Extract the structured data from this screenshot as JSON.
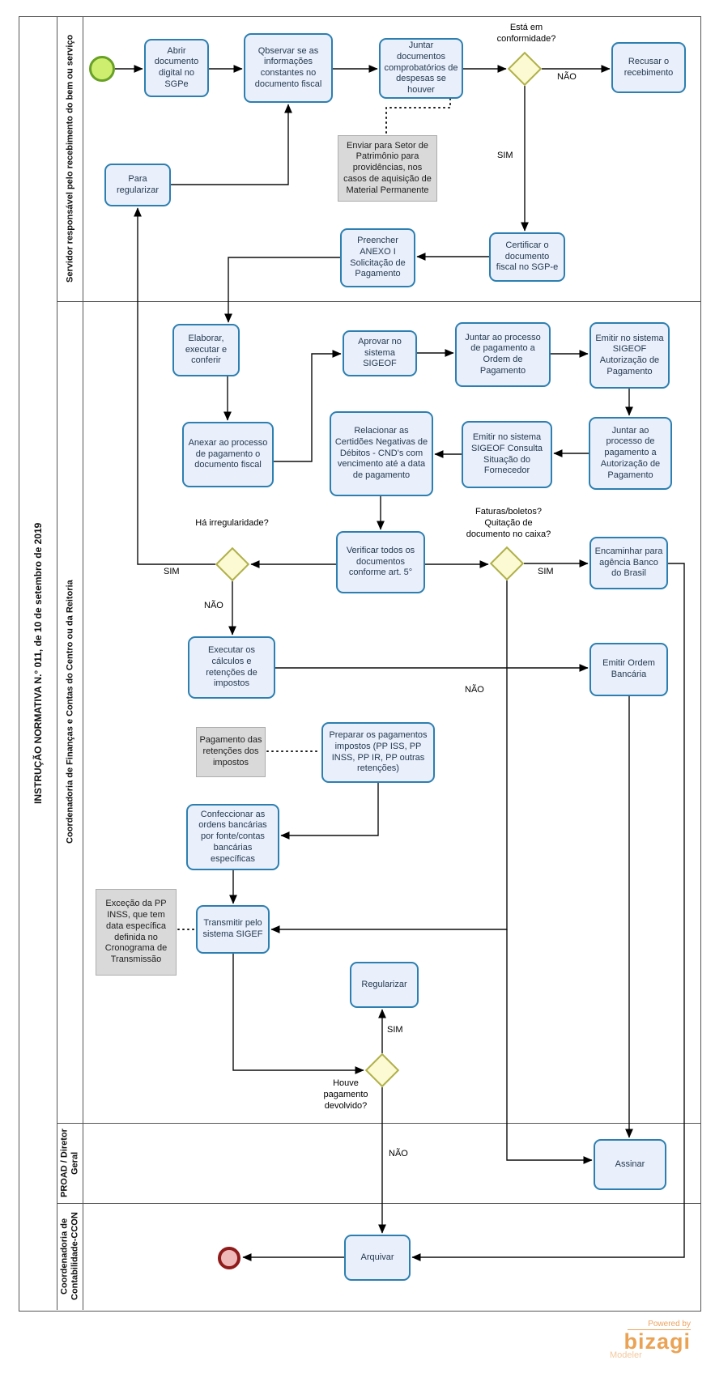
{
  "pool": {
    "title": "INSTRUÇÃO NORMATIVA N.° 011, de 10 de setembro de 2019"
  },
  "lanes": [
    {
      "label": "Servidor responsável pelo recebimento do bem ou serviço"
    },
    {
      "label": "Coordenadoria de Finanças e Contas do Centro ou da Reitoria"
    },
    {
      "label": "PROAD / Diretor Geral"
    },
    {
      "label": "Coordenadoria de Contabilidade-CCON"
    }
  ],
  "nodes": {
    "abrir": {
      "label": "Abrir documento digital no SGPe"
    },
    "observar": {
      "label": "Qbservar se as informações constantes no documento fiscal"
    },
    "juntar_doc": {
      "label": "Juntar documentos comprobatórios de despesas se houver"
    },
    "recusar": {
      "label": "Recusar o recebimento"
    },
    "para_regularizar": {
      "label": "Para regularizar"
    },
    "certificar": {
      "label": "Certificar o documento fiscal no SGP-e"
    },
    "preencher": {
      "label": "Preencher ANEXO I Solicitação de Pagamento"
    },
    "elaborar": {
      "label": "Elaborar, executar e conferir"
    },
    "anexar": {
      "label": "Anexar ao processo de pagamento o documento fiscal"
    },
    "aprovar": {
      "label": "Aprovar no sistema SIGEOF"
    },
    "juntar_ordem": {
      "label": "Juntar ao processo de pagamento a Ordem de Pagamento"
    },
    "emitir_autorizacao": {
      "label": "Emitir no sistema SIGEOF Autorização de Pagamento"
    },
    "juntar_autorizacao": {
      "label": "Juntar ao processo de pagamento a Autorização de Pagamento"
    },
    "emitir_consulta": {
      "label": "Emitir no sistema SIGEOF Consulta Situação do Fornecedor"
    },
    "relacionar": {
      "label": "Relacionar as Certidões Negativas de Débitos - CND's com vencimento até a data de pagamento"
    },
    "verificar": {
      "label": "Verificar todos os documentos conforme art. 5°"
    },
    "encaminhar": {
      "label": "Encaminhar para agência Banco do Brasil"
    },
    "executar": {
      "label": "Executar os cálculos e retenções de impostos"
    },
    "emitir_ordem": {
      "label": "Emitir Ordem Bancária"
    },
    "preparar": {
      "label": "Preparar os pagamentos impostos (PP ISS, PP INSS, PP IR, PP outras retenções)"
    },
    "confeccionar": {
      "label": "Confeccionar as ordens bancárias por fonte/contas bancárias específicas"
    },
    "transmitir": {
      "label": "Transmitir pelo sistema SIGEF"
    },
    "regularizar": {
      "label": "Regularizar"
    },
    "assinar": {
      "label": "Assinar"
    },
    "arquivar": {
      "label": "Arquivar"
    }
  },
  "gateways": {
    "conformidade": {
      "label": "Está em conformidade?"
    },
    "irregularidade": {
      "label": "Há irregularidade?"
    },
    "faturas": {
      "label": "Faturas/boletos? Quitação de documento no caixa?"
    },
    "houve": {
      "label": "Houve pagamento devolvido?"
    }
  },
  "annotations": {
    "enviar": {
      "label": "Enviar para Setor de Patrimônio para providências, nos casos de aquisição de Material Permanente"
    },
    "pagamento": {
      "label": "Pagamento das retenções dos impostos"
    },
    "excecao": {
      "label": "Exceção da PP INSS, que tem data específica definida no Cronograma de Transmissão"
    }
  },
  "flow_labels": {
    "conformidade_nao": "NÃO",
    "conformidade_sim": "SIM",
    "irregularidade_sim": "SIM",
    "irregularidade_nao": "NÃO",
    "faturas_sim": "SIM",
    "faturas_nao": "NÃO",
    "houve_sim": "SIM",
    "houve_nao": "NÃO"
  },
  "logo": {
    "powered_by": "Powered by",
    "brand": "bizagi",
    "subtitle": "Modeler"
  }
}
